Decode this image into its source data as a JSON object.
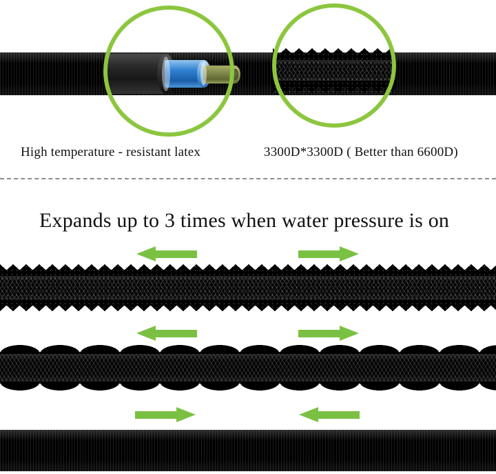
{
  "page": {
    "background": "#ffffff",
    "accent_green": "#7AC143",
    "ring_green": "#8CC63F"
  },
  "top_section": {
    "hose": {
      "name": "expandable-garden-hose",
      "state": "expanded",
      "color": "#000000"
    },
    "callouts": [
      {
        "id": "latex-core-callout",
        "ring_color": "#8CC63F",
        "caption": "High temperature - resistant latex",
        "layers": [
          {
            "name": "outer-fabric-jacket",
            "color": "#2b2b2b"
          },
          {
            "name": "blue-mid-layer",
            "color": "#2f7fd0"
          },
          {
            "name": "inner-latex-tube",
            "color": "#82894a"
          }
        ]
      },
      {
        "id": "fabric-weave-callout",
        "ring_color": "#8CC63F",
        "caption": "3300D*3300D ( Better than 6600D)",
        "layers": [
          {
            "name": "braided-outer-weave",
            "color": "#000000"
          }
        ]
      }
    ]
  },
  "divider": {
    "style": "dashed",
    "color": "#8d8d8d"
  },
  "bottom_section": {
    "headline": "Expands up to 3 times when water pressure is on",
    "arrow_rows": [
      {
        "id": "arrow-row-1",
        "direction": "outward",
        "left_arrow": "left",
        "right_arrow": "right"
      },
      {
        "id": "arrow-row-2",
        "direction": "outward",
        "left_arrow": "left",
        "right_arrow": "right"
      },
      {
        "id": "arrow-row-3",
        "direction": "inward",
        "left_arrow": "right",
        "right_arrow": "left"
      }
    ],
    "hose_states": [
      {
        "id": "hose-contracted",
        "label": "contracted",
        "texture": "zigzag"
      },
      {
        "id": "hose-partially-expanded",
        "label": "partially expanded",
        "texture": "wavy-braid"
      },
      {
        "id": "hose-fully-expanded",
        "label": "fully expanded",
        "texture": "ribbed"
      }
    ]
  }
}
